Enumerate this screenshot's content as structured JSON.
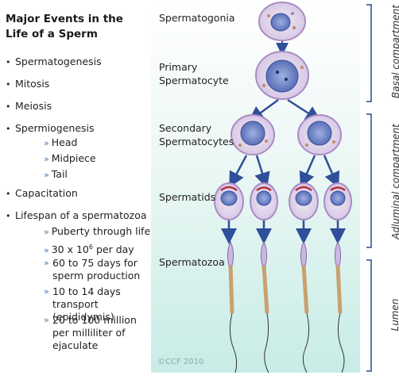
{
  "title": "Major Events in the Life of a Sperm",
  "bullets": [
    {
      "label": "Spermatogenesis"
    },
    {
      "label": "Mitosis"
    },
    {
      "label": "Meiosis"
    },
    {
      "label": "Spermiogenesis",
      "subitems": [
        "Head",
        "Midpiece",
        "Tail"
      ]
    },
    {
      "label": "Capacitation"
    },
    {
      "label": "Lifespan of a spermatozoa",
      "subitems": [
        "Puberty through life",
        "30 x 10",
        "6",
        "per day",
        "60 to 75 days for sperm production",
        "10 to 14 days transport (epididymis)",
        "20 to 100 million per milliliter of ejaculate"
      ]
    }
  ],
  "stages": {
    "spermatogonia": "Spermatogonia",
    "primary_1": "Primary",
    "primary_2": "Spermatocyte",
    "secondary_1": "Secondary",
    "secondary_2": "Spermatocytes",
    "spermatids": "Spermatids",
    "spermatozoa": "Spermatozoa"
  },
  "compartments": {
    "basal": "Basal compartment",
    "adluminal": "Adluminal compartment",
    "lumen": "Lumen"
  },
  "copyright": "©CCF 2010",
  "colors": {
    "cell_membrane": "#b99ad0",
    "cell_fill": "#e7def0",
    "nucleus": "#4a5fa8",
    "arrow": "#2f4f9a",
    "bracket": "#2a4a8a"
  }
}
